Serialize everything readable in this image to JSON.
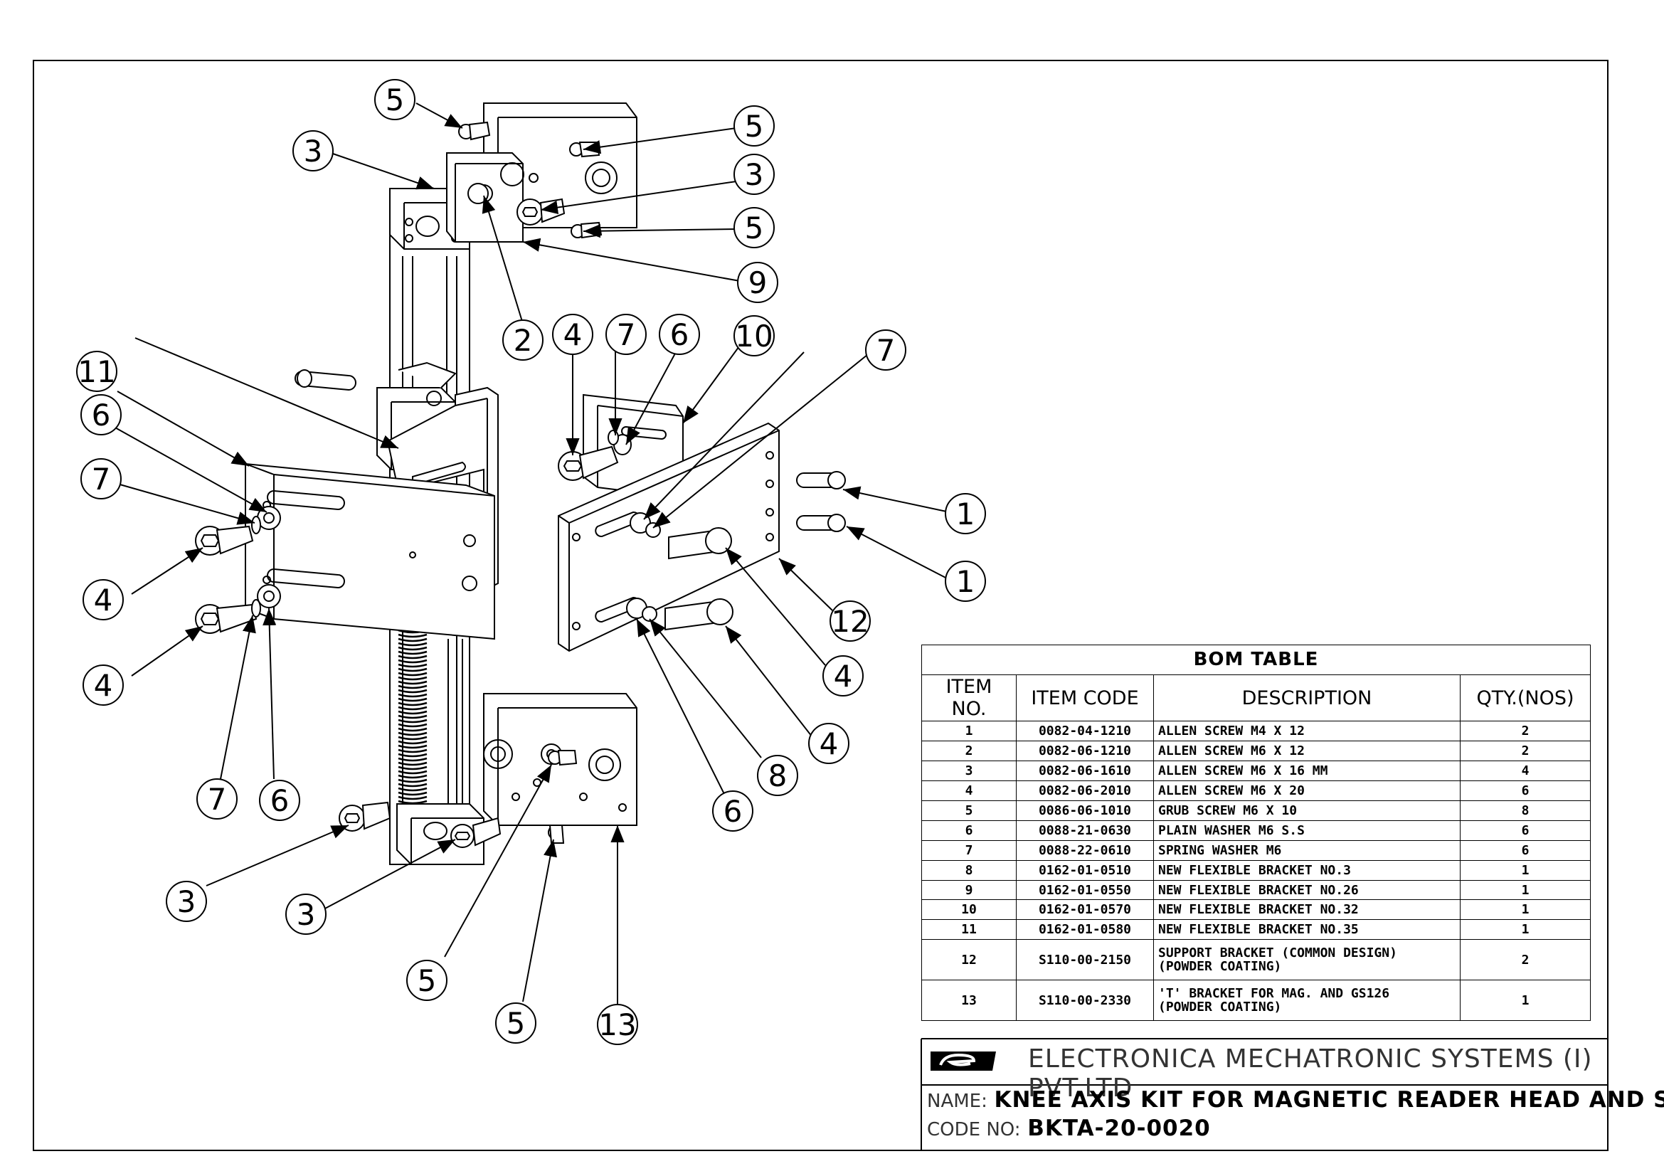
{
  "balloons": [
    "1",
    "1",
    "2",
    "3",
    "3",
    "3",
    "3",
    "4",
    "4",
    "4",
    "4",
    "4",
    "5",
    "5",
    "5",
    "5",
    "5",
    "6",
    "6",
    "6",
    "6",
    "7",
    "7",
    "7",
    "7",
    "8",
    "9",
    "10",
    "11",
    "12",
    "13"
  ],
  "bom": {
    "title": "BOM TABLE",
    "headers": [
      "ITEM NO.",
      "ITEM CODE",
      "DESCRIPTION",
      "QTY.(NOS)"
    ],
    "rows": [
      {
        "item": "1",
        "code": "0082-04-1210",
        "desc": "ALLEN SCREW M4 X 12",
        "qty": "2"
      },
      {
        "item": "2",
        "code": "0082-06-1210",
        "desc": "ALLEN SCREW M6 X 12",
        "qty": "2"
      },
      {
        "item": "3",
        "code": "0082-06-1610",
        "desc": "ALLEN SCREW M6 X 16 MM",
        "qty": "4"
      },
      {
        "item": "4",
        "code": "0082-06-2010",
        "desc": "ALLEN SCREW M6 X 20",
        "qty": "6"
      },
      {
        "item": "5",
        "code": "0086-06-1010",
        "desc": "GRUB SCREW M6 X 10",
        "qty": "8"
      },
      {
        "item": "6",
        "code": "0088-21-0630",
        "desc": "PLAIN WASHER M6 S.S",
        "qty": "6"
      },
      {
        "item": "7",
        "code": "0088-22-0610",
        "desc": "SPRING WASHER M6",
        "qty": "6"
      },
      {
        "item": "8",
        "code": "0162-01-0510",
        "desc": "NEW FLEXIBLE BRACKET NO.3",
        "qty": "1"
      },
      {
        "item": "9",
        "code": "0162-01-0550",
        "desc": "NEW FLEXIBLE BRACKET NO.26",
        "qty": "1"
      },
      {
        "item": "10",
        "code": "0162-01-0570",
        "desc": "NEW FLEXIBLE BRACKET NO.32",
        "qty": "1"
      },
      {
        "item": "11",
        "code": "0162-01-0580",
        "desc": "NEW FLEXIBLE BRACKET NO.35",
        "qty": "1"
      },
      {
        "item": "12",
        "code": "S110-00-2150",
        "desc": "SUPPORT BRACKET (COMMON DESIGN)",
        "desc2": "(POWDER COATING)",
        "qty": "2"
      },
      {
        "item": "13",
        "code": "S110-00-2330",
        "desc": "'T' BRACKET FOR MAG. AND GS126",
        "desc2": "(POWDER COATING)",
        "qty": "1"
      }
    ]
  },
  "title_block": {
    "company": "ELECTRONICA MECHATRONIC SYSTEMS (I) PVT.LTD",
    "name_label": "NAME:",
    "name_value": "KNEE AXIS KIT FOR MAGNETIC READER HEAD AND SCALE",
    "code_label": "CODE NO:",
    "code_value": "BKTA-20-0020"
  }
}
